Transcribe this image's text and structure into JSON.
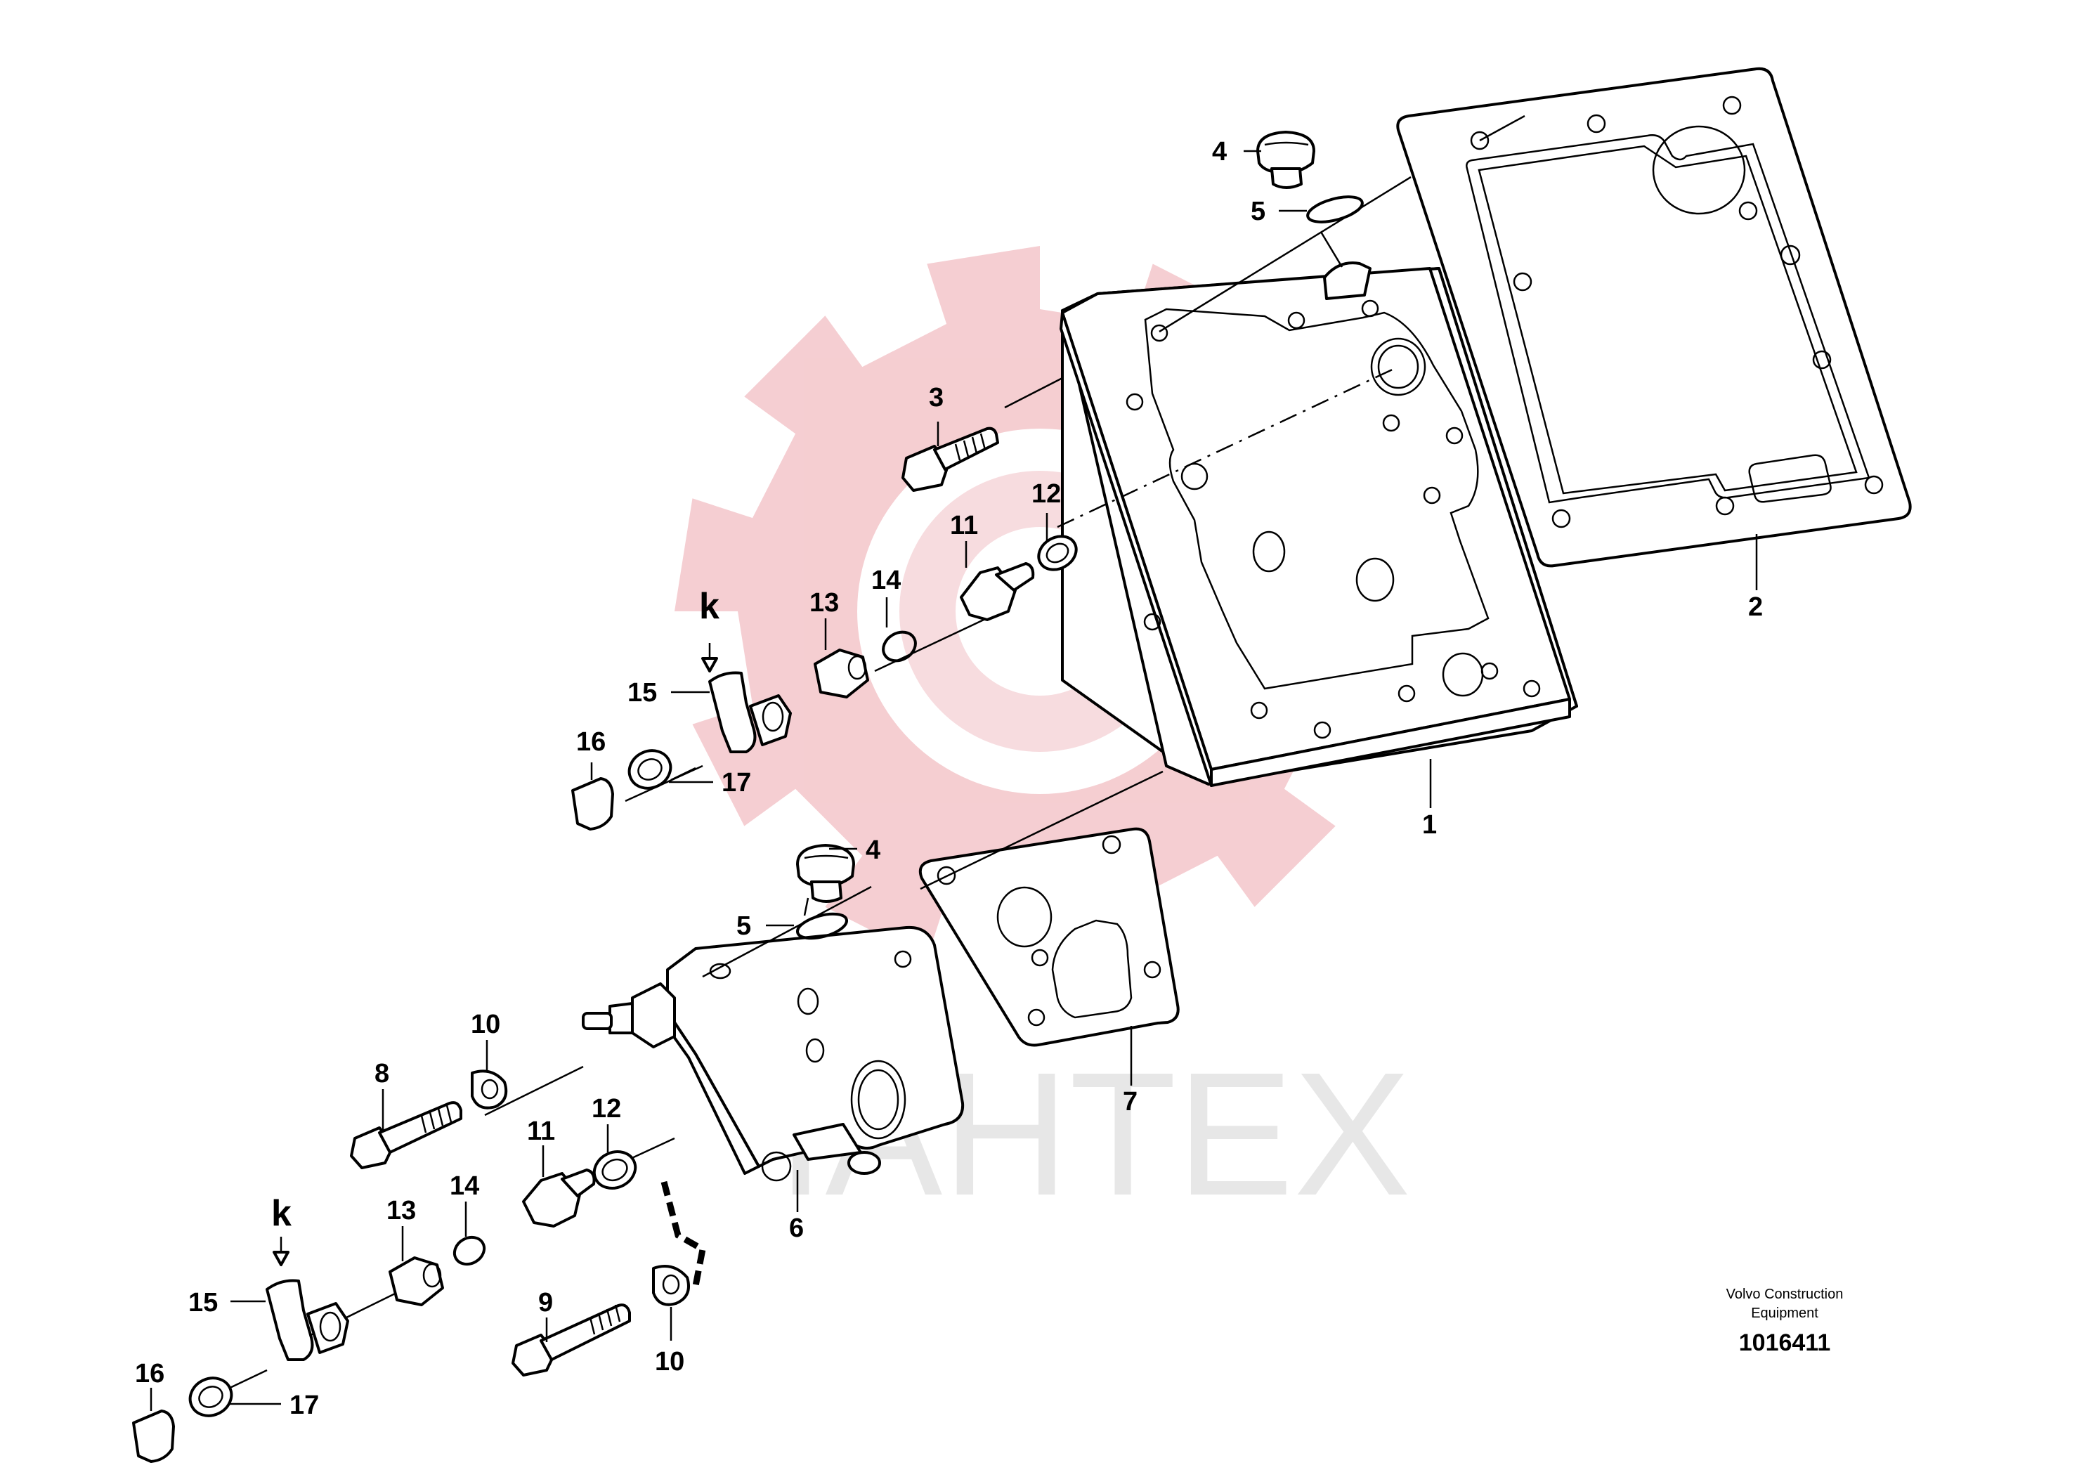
{
  "watermark": {
    "text": "IAHTEX",
    "gear_color": "#f4c9cd"
  },
  "callouts": [
    {
      "id": "c1",
      "text": "1"
    },
    {
      "id": "c2",
      "text": "2"
    },
    {
      "id": "c3",
      "text": "3"
    },
    {
      "id": "c4a",
      "text": "4"
    },
    {
      "id": "c5a",
      "text": "5"
    },
    {
      "id": "c4b",
      "text": "4"
    },
    {
      "id": "c5b",
      "text": "5"
    },
    {
      "id": "c6",
      "text": "6"
    },
    {
      "id": "c7",
      "text": "7"
    },
    {
      "id": "c8",
      "text": "8"
    },
    {
      "id": "c9",
      "text": "9"
    },
    {
      "id": "c10a",
      "text": "10"
    },
    {
      "id": "c10b",
      "text": "10"
    },
    {
      "id": "c11a",
      "text": "11"
    },
    {
      "id": "c11b",
      "text": "11"
    },
    {
      "id": "c12a",
      "text": "12"
    },
    {
      "id": "c12b",
      "text": "12"
    },
    {
      "id": "c13a",
      "text": "13"
    },
    {
      "id": "c13b",
      "text": "13"
    },
    {
      "id": "c14a",
      "text": "14"
    },
    {
      "id": "c14b",
      "text": "14"
    },
    {
      "id": "c15a",
      "text": "15"
    },
    {
      "id": "c15b",
      "text": "15"
    },
    {
      "id": "c16a",
      "text": "16"
    },
    {
      "id": "c16b",
      "text": "16"
    },
    {
      "id": "c17a",
      "text": "17"
    },
    {
      "id": "c17b",
      "text": "17"
    },
    {
      "id": "ka",
      "text": "k"
    },
    {
      "id": "kb",
      "text": "k"
    }
  ],
  "credit": {
    "line1": "Volvo Construction",
    "line2": "Equipment",
    "drawing_number": "1016411"
  }
}
